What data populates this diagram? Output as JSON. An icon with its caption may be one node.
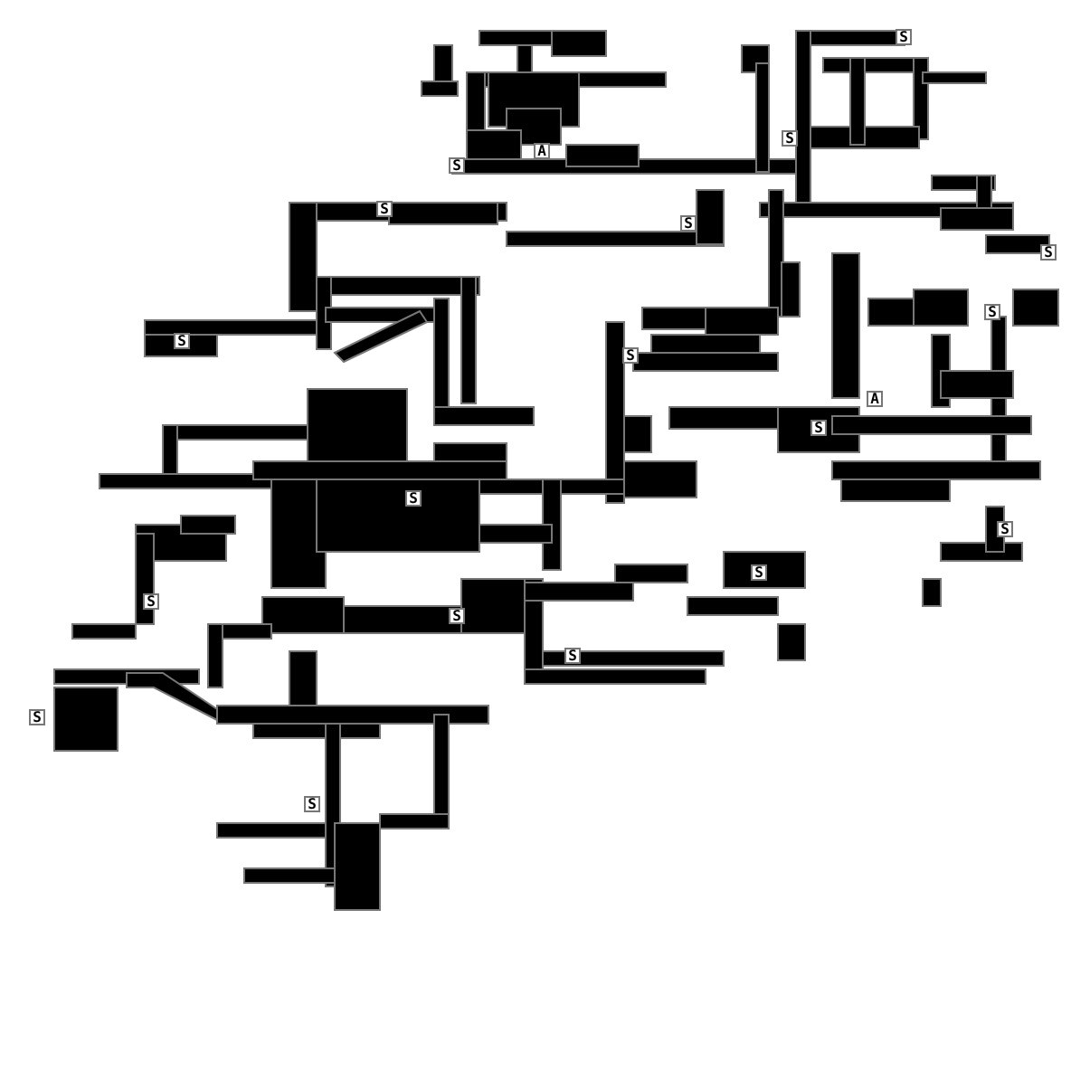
{
  "diagram": {
    "labels": [
      "S",
      "S",
      "A",
      "S",
      "S",
      "S",
      "S",
      "S",
      "S",
      "S",
      "A",
      "S",
      "S",
      "S",
      "S",
      "S",
      "S",
      "S",
      "S",
      "S"
    ]
  }
}
